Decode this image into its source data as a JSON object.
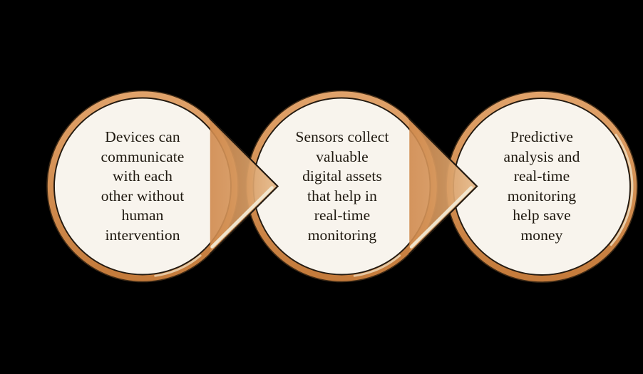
{
  "diagram": {
    "type": "process-flow",
    "description": "Three-step IoT benefits flow, circles with arrow pointers",
    "steps": [
      {
        "label": "Devices can\ncommunicate\nwith each\nother without\nhuman\nintervention"
      },
      {
        "label": "Sensors collect\nvaluable\ndigital assets\nthat help in\nreal-time\nmonitoring"
      },
      {
        "label": "Predictive\nanalysis and\nreal-time\nmonitoring\nhelp save\nmoney"
      }
    ],
    "colors": {
      "background": "#000000",
      "ring_top": "#e1a36b",
      "ring_bottom": "#c47a3a",
      "rim_outline": "#412c17",
      "inner_fill": "#f8f4ed",
      "outline_dark": "#241a10",
      "beak_fill": "#cf8a4c",
      "beak_tip_light": "#f7e3c0",
      "gloss_highlight": "#f4ecd7",
      "text": "#1e180f"
    }
  }
}
